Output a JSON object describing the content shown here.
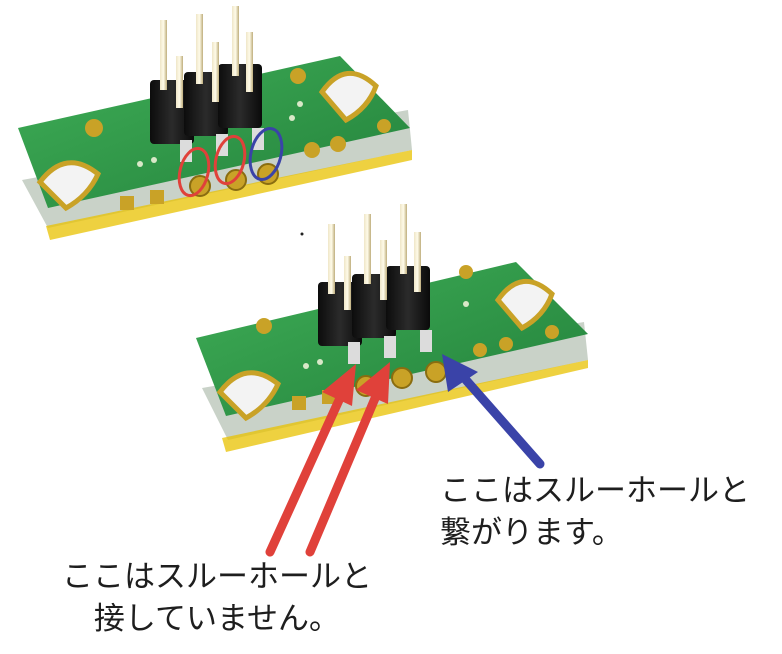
{
  "captions": {
    "blue": {
      "line1": "ここはスルーホールと",
      "line2": "繋がります。"
    },
    "red": {
      "line1": "ここはスルーホールと",
      "line2": "接していません。"
    }
  },
  "colors": {
    "pcb_green": "#2e9a46",
    "pcb_green_dark": "#1f7a36",
    "gold_pad": "#c9a227",
    "header_black": "#1a1a1a",
    "pin_gold": "#d8c9a0",
    "red_marker": "#e0413a",
    "blue_marker": "#3a43a8",
    "solder_mask_edge": "#cfd8d0"
  },
  "icons": {
    "red_arrows": "red-arrow-icon",
    "blue_arrow": "blue-arrow-icon",
    "red_circles": "red-circle-icon",
    "blue_circle": "blue-circle-icon"
  }
}
